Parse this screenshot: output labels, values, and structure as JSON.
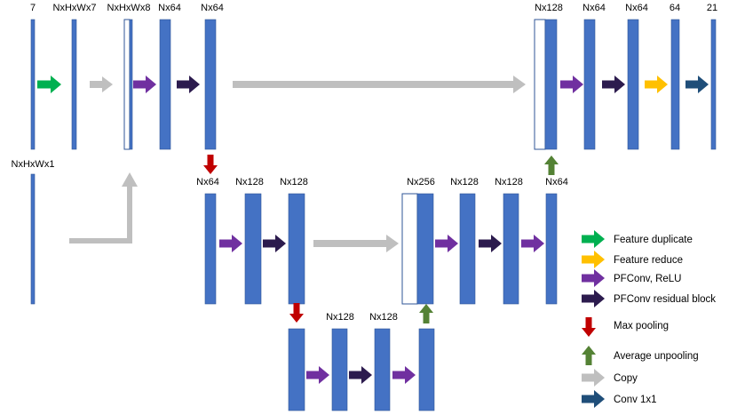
{
  "colors": {
    "block_fill": "#4472C4",
    "block_stroke": "#2F5597",
    "feature_duplicate": "#00B050",
    "feature_reduce": "#FFC000",
    "pfconv_relu": "#7030A0",
    "pfconv_residual": "#2C1B4E",
    "max_pooling": "#C00000",
    "average_unpooling": "#548235",
    "copy": "#BFBFBF",
    "conv1x1": "#1F4E79"
  },
  "labels": {
    "input_7": "7",
    "input_nxhxwx1": "NxHxWx1",
    "l1_nxhxwx7": "NxHxWx7",
    "l1_nxhxwx8": "NxHxWx8",
    "l1_nx64_a": "Nx64",
    "l1_nx64_b": "Nx64",
    "l2_nx64": "Nx64",
    "l2_nx128_a": "Nx128",
    "l2_nx128_b": "Nx128",
    "l3_nx128_a": "Nx128",
    "l3_nx128_b": "Nx128",
    "r2_nx256": "Nx256",
    "r2_nx128_a": "Nx128",
    "r2_nx128_b": "Nx128",
    "r2_nx64": "Nx64",
    "r1_nx128": "Nx128",
    "r1_nx64_a": "Nx64",
    "r1_nx64_b": "Nx64",
    "out_64": "64",
    "out_21": "21"
  },
  "legend": {
    "feature_duplicate": "Feature duplicate",
    "feature_reduce": "Feature reduce",
    "pfconv_relu": "PFConv, ReLU",
    "pfconv_residual": "PFConv residual block",
    "max_pooling": "Max pooling",
    "average_unpooling": "Average unpooling",
    "copy": "Copy",
    "conv1x1": "Conv 1x1"
  }
}
